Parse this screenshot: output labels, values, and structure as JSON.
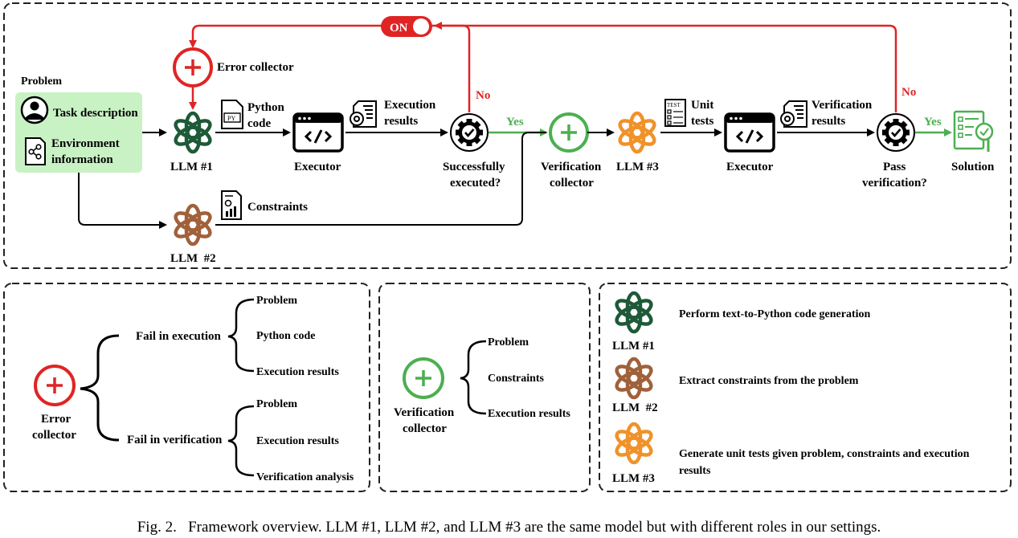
{
  "toggle": {
    "label": "ON"
  },
  "error_collector_label": "Error collector",
  "problem": {
    "title": "Problem",
    "task_description": "Task description",
    "environment_line1": "Environment",
    "environment_line2": "information"
  },
  "llm1_label": "LLM #1",
  "llm2_label": "LLM  #2",
  "llm3_label": "LLM #3",
  "python_code_line1": "Python",
  "python_code_line2": "code",
  "py_badge": "PY",
  "executor_label": "Executor",
  "execution_results_line1": "Execution",
  "execution_results_line2": "results",
  "successfully_line1": "Successfully",
  "successfully_line2": "executed?",
  "no_label": "No",
  "yes_label": "Yes",
  "verification_collector_line1": "Verification",
  "verification_collector_line2": "collector",
  "unit_tests_line1": "Unit",
  "unit_tests_line2": "tests",
  "test_badge": "TEST",
  "verification_results_line1": "Verification",
  "verification_results_line2": "results",
  "pass_line1": "Pass",
  "pass_line2": "verification?",
  "solution_label": "Solution",
  "constraints_label": "Constraints",
  "panel1": {
    "collector_line1": "Error",
    "collector_line2": "collector",
    "branch1": "Fail in execution",
    "branch1_items": [
      "Problem",
      "Python code",
      "Execution results"
    ],
    "branch2": "Fail in verification",
    "branch2_items": [
      "Problem",
      "Execution results",
      "Verification analysis"
    ]
  },
  "panel2": {
    "collector_line1": "Verification",
    "collector_line2": "collector",
    "items": [
      "Problem",
      "Constraints",
      "Execution results"
    ]
  },
  "panel3": {
    "llm1": "LLM #1",
    "llm1_desc": "Perform text-to-Python code generation",
    "llm2": "LLM  #2",
    "llm2_desc": "Extract constraints from the problem",
    "llm3": "LLM #3",
    "llm3_desc_line1": "Generate unit tests given problem, constraints and execution",
    "llm3_desc_line2": "results"
  },
  "caption": "Fig. 2.   Framework overview. LLM #1, LLM #2, and LLM #3 are the same model but with different roles in our settings.",
  "colors": {
    "red": "#e02424",
    "green": "#4caf50",
    "llm1": "#1e5a38",
    "llm2": "#a0613a",
    "llm3": "#f0922a",
    "problem_bg": "#c9f2c4"
  }
}
